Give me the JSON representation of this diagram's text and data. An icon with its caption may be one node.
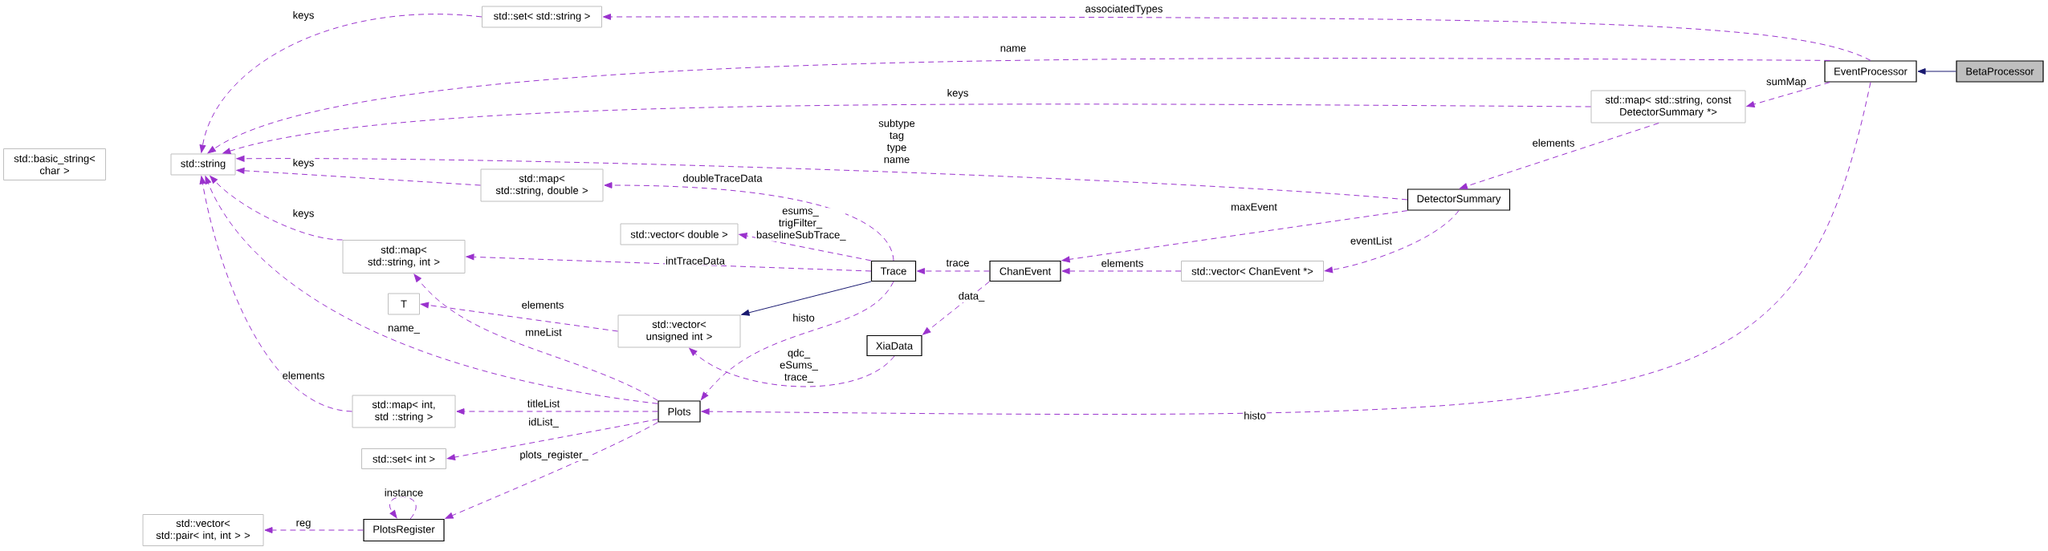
{
  "diagram": {
    "nodes": [
      {
        "text": [
          "BetaProcessor"
        ]
      },
      {
        "text": [
          "EventProcessor"
        ]
      },
      {
        "text": [
          "std::set< std::string >"
        ]
      },
      {
        "text": [
          "std::map< std::string, const DetectorSummary *>"
        ]
      },
      {
        "text": [
          "std::string"
        ]
      },
      {
        "text": [
          "std::basic_string< char >"
        ]
      },
      {
        "text": [
          "std::map< std::string, double >"
        ]
      },
      {
        "text": [
          "DetectorSummary"
        ]
      },
      {
        "text": [
          "std::vector< double >"
        ]
      },
      {
        "text": [
          "std::map< std::string, int >"
        ]
      },
      {
        "text": [
          "Trace"
        ]
      },
      {
        "text": [
          "ChanEvent"
        ]
      },
      {
        "text": [
          "std::vector< ChanEvent *>"
        ]
      },
      {
        "text": [
          "T"
        ]
      },
      {
        "text": [
          "std::vector< unsigned int >"
        ]
      },
      {
        "text": [
          "XiaData"
        ]
      },
      {
        "text": [
          "std::map< int, std ::string >"
        ]
      },
      {
        "text": [
          "Plots"
        ]
      },
      {
        "text": [
          "std::set< int >"
        ]
      },
      {
        "text": [
          "std::vector< std::pair< int, int > >"
        ]
      },
      {
        "text": [
          "PlotsRegister"
        ]
      }
    ],
    "edges": [
      {
        "from": 0,
        "to": 1,
        "arrow": "to",
        "color": "#191970"
      },
      {
        "from": 1,
        "to": 2,
        "arrow": "to",
        "style": "dashed",
        "label": "associatedTypes"
      },
      {
        "from": 2,
        "to": 4,
        "arrow": "to",
        "style": "dashed",
        "label": "keys"
      },
      {
        "from": 1,
        "to": 4,
        "arrow": "to",
        "style": "dashed",
        "label": "name"
      },
      {
        "from": 3,
        "to": 4,
        "arrow": "to",
        "style": "dashed",
        "label": "keys"
      },
      {
        "from": 1,
        "to": 3,
        "arrow": "to",
        "style": "dashed",
        "label": "sumMap"
      },
      {
        "from": 7,
        "to": 4,
        "arrow": "to",
        "style": "dashed",
        "label": "subtype tag type name"
      },
      {
        "from": 6,
        "to": 4,
        "arrow": "to",
        "style": "dashed",
        "label": "keys"
      },
      {
        "from": 10,
        "to": 6,
        "arrow": "to",
        "style": "dashed",
        "label": "doubleTraceData"
      },
      {
        "from": 9,
        "to": 4,
        "arrow": "to",
        "style": "dashed",
        "label": "keys"
      },
      {
        "from": 10,
        "to": 8,
        "arrow": "to",
        "style": "dashed",
        "label": "esums_ trigFilter_ baselineSubTrace_"
      },
      {
        "from": 10,
        "to": 9,
        "arrow": "to",
        "style": "dashed",
        "label": "intTraceData"
      },
      {
        "from": 3,
        "to": 7,
        "arrow": "to",
        "style": "dashed",
        "label": "elements"
      },
      {
        "from": 7,
        "to": 11,
        "arrow": "to",
        "style": "dashed",
        "label": "maxEvent"
      },
      {
        "from": 7,
        "to": 12,
        "arrow": "to",
        "style": "dashed",
        "label": "eventList"
      },
      {
        "from": 12,
        "to": 11,
        "arrow": "to",
        "style": "dashed",
        "label": "elements"
      },
      {
        "from": 11,
        "to": 10,
        "arrow": "to",
        "style": "dashed",
        "label": "trace"
      },
      {
        "from": 10,
        "to": 14,
        "arrow": "to",
        "color": "#191970"
      },
      {
        "from": 11,
        "to": 15,
        "arrow": "to",
        "style": "dashed",
        "label": "data_"
      },
      {
        "from": 14,
        "to": 13,
        "arrow": "to",
        "style": "dashed",
        "label": "elements"
      },
      {
        "from": 15,
        "to": 14,
        "arrow": "to",
        "style": "dashed",
        "label": "qdc_ eSums_ trace_"
      },
      {
        "from": 10,
        "to": 17,
        "arrow": "to",
        "style": "dashed",
        "label": "histo"
      },
      {
        "from": 1,
        "to": 17,
        "arrow": "to",
        "style": "dashed",
        "label": "histo"
      },
      {
        "from": 17,
        "to": 9,
        "arrow": "to",
        "style": "dashed",
        "label": "mneList"
      },
      {
        "from": 17,
        "to": 4,
        "arrow": "to",
        "style": "dashed",
        "label": "name_"
      },
      {
        "from": 16,
        "to": 4,
        "arrow": "to",
        "style": "dashed",
        "label": "elements"
      },
      {
        "from": 17,
        "to": 16,
        "arrow": "to",
        "style": "dashed",
        "label": "titleList"
      },
      {
        "from": 17,
        "to": 18,
        "arrow": "to",
        "style": "dashed",
        "label": "idList_"
      },
      {
        "from": 17,
        "to": 20,
        "arrow": "to",
        "style": "dashed",
        "label": "plots_register_"
      },
      {
        "from": 20,
        "to": 20,
        "arrow": "to",
        "style": "dashed",
        "label": "instance"
      },
      {
        "from": 20,
        "to": 19,
        "arrow": "to",
        "style": "dashed",
        "label": "reg"
      }
    ]
  }
}
